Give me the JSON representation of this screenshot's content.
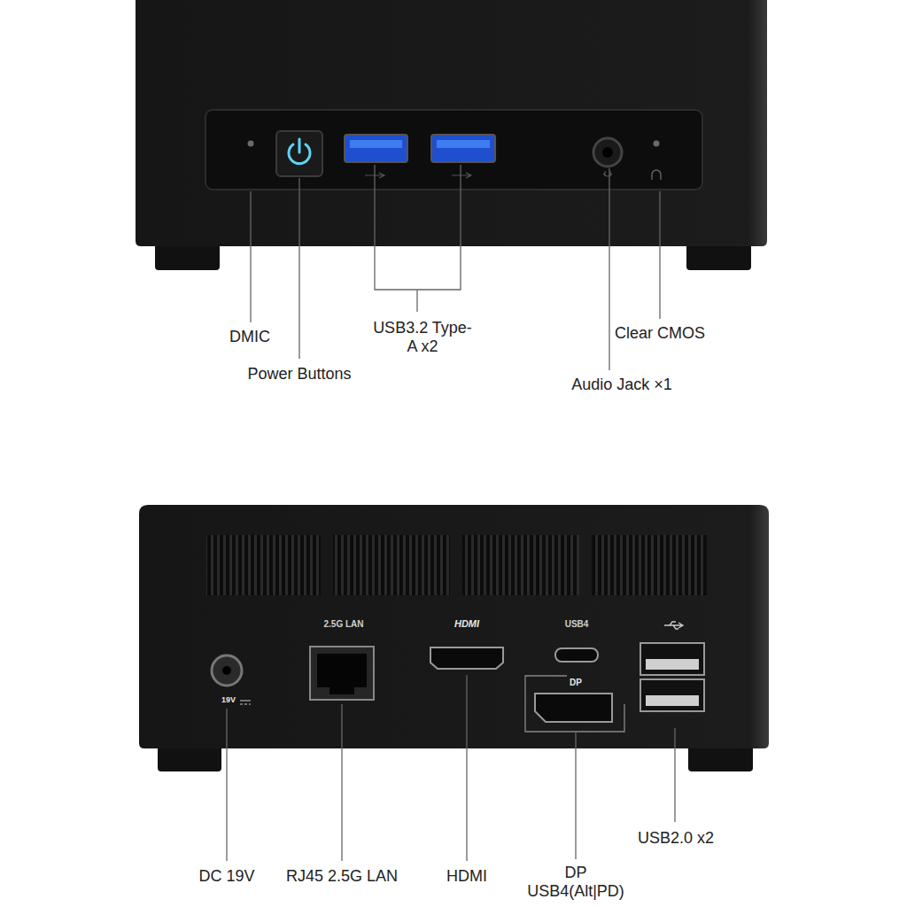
{
  "diagram": {
    "labels": [
      "DMIC",
      "Power Buttons",
      "USB3.2 Type-A x2",
      "Clear CMOS",
      "Audio Jack ×1",
      "2.5G LAN",
      "HDMI",
      "USB4",
      "DP",
      "19V",
      "DC 19V",
      "RJ45 2.5G LAN",
      "HDMI",
      "DP USB4(Alt|PD)",
      "USB2.0 x2"
    ]
  }
}
